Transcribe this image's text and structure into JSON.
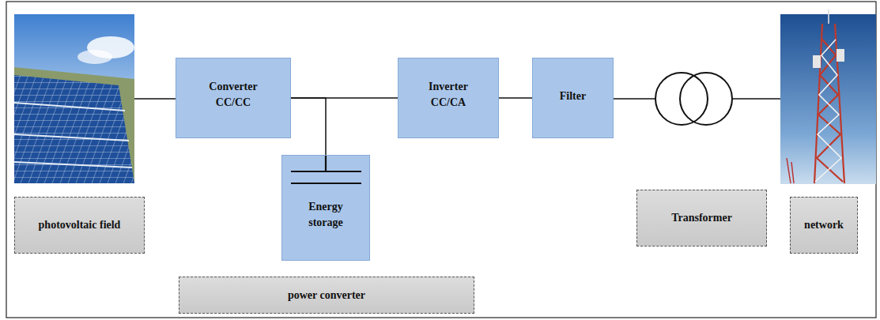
{
  "diagram": {
    "nodes": [
      {
        "text": [
          "Converter CC/CC"
        ]
      },
      {
        "text": [
          "Inverter CC/CA"
        ]
      },
      {
        "text": [
          "Filter"
        ]
      },
      {
        "text": [
          "Energy storage"
        ]
      },
      {
        "text": [
          "photovoltaic field"
        ]
      },
      {
        "text": [
          "Transformer"
        ]
      },
      {
        "text": [
          "network"
        ]
      },
      {
        "text": [
          "power converter"
        ]
      }
    ],
    "edges": [
      {
        "from": 0,
        "to": 1,
        "arrow": "none"
      },
      {
        "from": 0,
        "to": 3,
        "arrow": "none"
      },
      {
        "from": 1,
        "to": 2,
        "arrow": "none"
      }
    ]
  }
}
